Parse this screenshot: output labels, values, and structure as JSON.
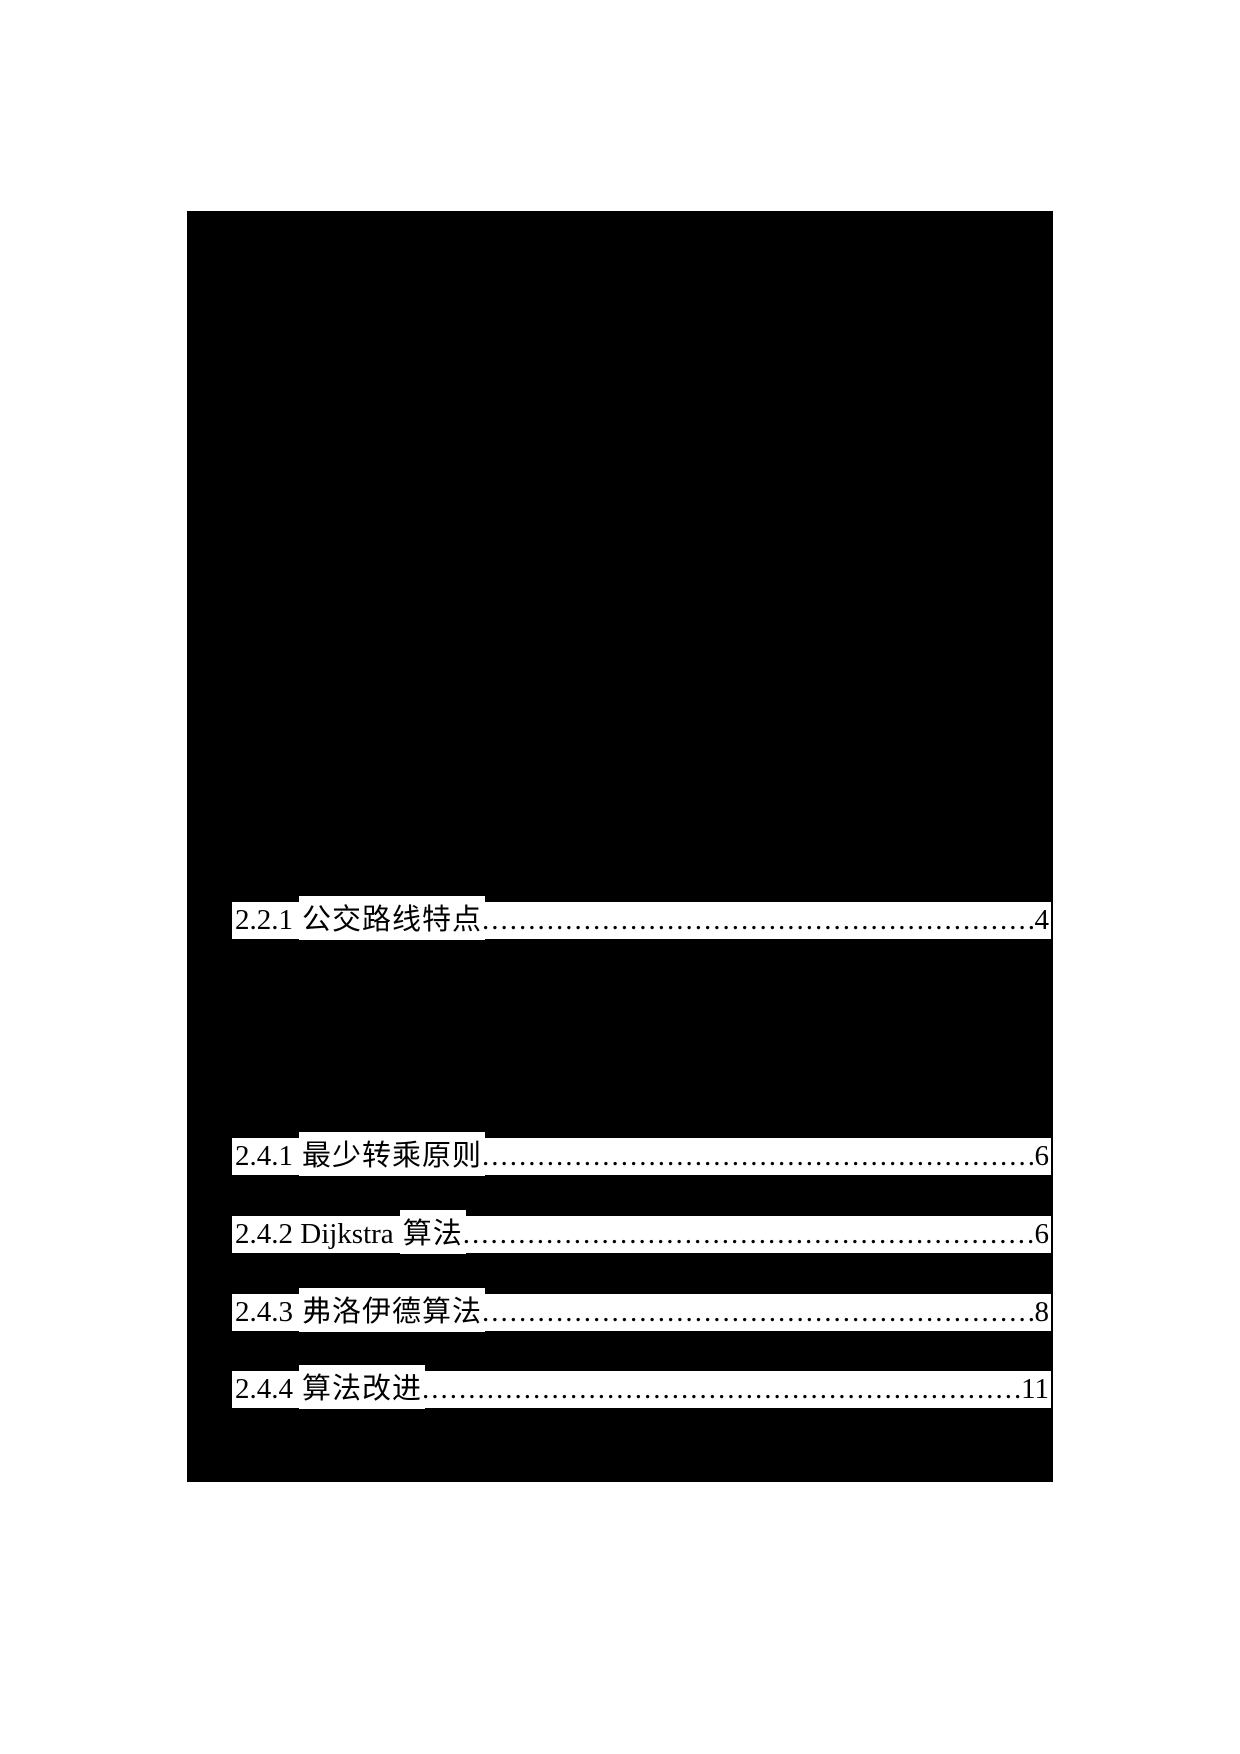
{
  "page": {
    "background_color": "#ffffff",
    "redaction_color": "#000000"
  },
  "toc": {
    "leader": "..........................................................................................................................................................................................",
    "entries": [
      {
        "prefix": "2.2.1",
        "title": "公交路线特点",
        "page": "4"
      },
      {
        "prefix": "2.4.1",
        "title": "最少转乘原则",
        "page": "6"
      },
      {
        "prefix": "2.4.2 Dijkstra",
        "title": "算法",
        "page": "6"
      },
      {
        "prefix": "2.4.3",
        "title": "弗洛伊德算法",
        "page": "8"
      },
      {
        "prefix": "2.4.4",
        "title": "算法改进",
        "page": "11"
      }
    ]
  }
}
